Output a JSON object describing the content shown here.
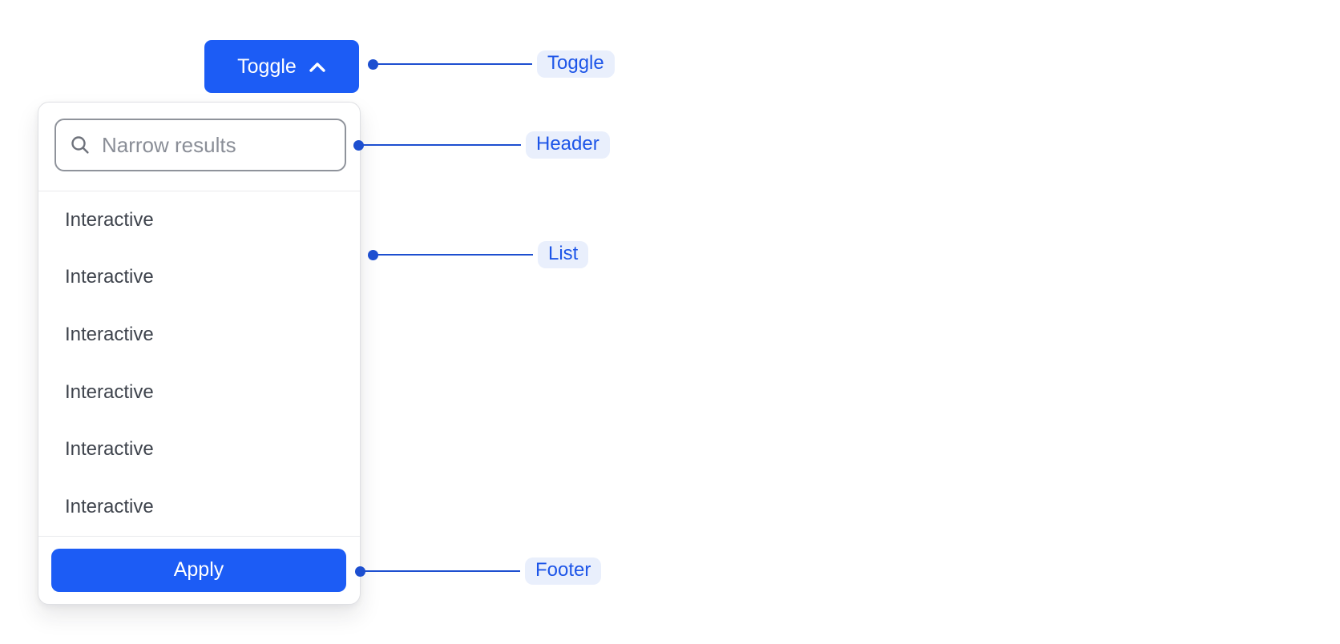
{
  "component": {
    "toggle_button": {
      "label": "Toggle",
      "icon": "chevron-up-icon"
    },
    "dropdown": {
      "header": {
        "icon": "search-icon",
        "search_placeholder": "Narrow results",
        "search_value": ""
      },
      "list_items": [
        "Interactive",
        "Interactive",
        "Interactive",
        "Interactive",
        "Interactive",
        "Interactive"
      ],
      "footer": {
        "apply_label": "Apply"
      }
    }
  },
  "annotations": [
    {
      "label": "Toggle"
    },
    {
      "label": "Header"
    },
    {
      "label": "List"
    },
    {
      "label": "Footer"
    }
  ],
  "colors": {
    "primary_blue": "#1C5CF5",
    "connector_blue": "#1D4FD0",
    "annotation_pill_bg": "#E9EFFC",
    "annotation_text": "#1D55E8",
    "panel_border": "#DFE0E4",
    "divider": "#E9EAEC",
    "input_border": "#8F939B",
    "placeholder_text": "#8A8E97",
    "list_text": "#3E434C"
  }
}
